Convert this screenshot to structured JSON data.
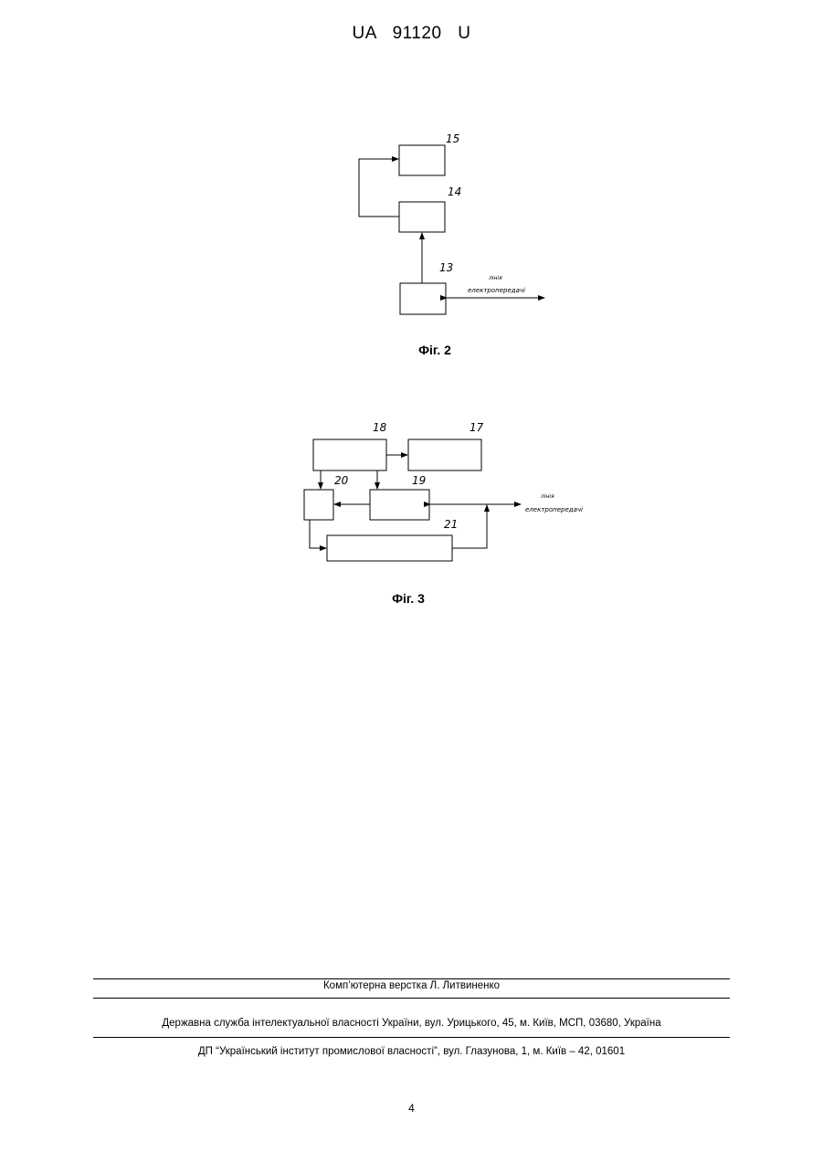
{
  "header": {
    "patent_code": "UA 91120 U"
  },
  "figure2": {
    "caption": "Фіг. 2",
    "blocks": [
      {
        "label": "15"
      },
      {
        "label": "14"
      },
      {
        "label": "13"
      }
    ],
    "line_label": {
      "top": "лінія",
      "bottom": "електропередачі"
    }
  },
  "figure3": {
    "caption": "Фіг. 3",
    "blocks": [
      {
        "label": "18"
      },
      {
        "label": "17"
      },
      {
        "label": "20"
      },
      {
        "label": "19"
      },
      {
        "label": "21"
      }
    ],
    "line_label": {
      "top": "лінія",
      "bottom": "електропередачі"
    }
  },
  "footer": {
    "layout_credit": "Комп’ютерна верстка Л. Литвиненко",
    "agency": "Державна служба інтелектуальної власності України, вул. Урицького, 45, м. Київ, МСП, 03680, Україна",
    "institute": "ДП “Український інститут промислової власності”, вул. Глазунова, 1, м. Київ – 42, 01601",
    "page_number": "4"
  }
}
